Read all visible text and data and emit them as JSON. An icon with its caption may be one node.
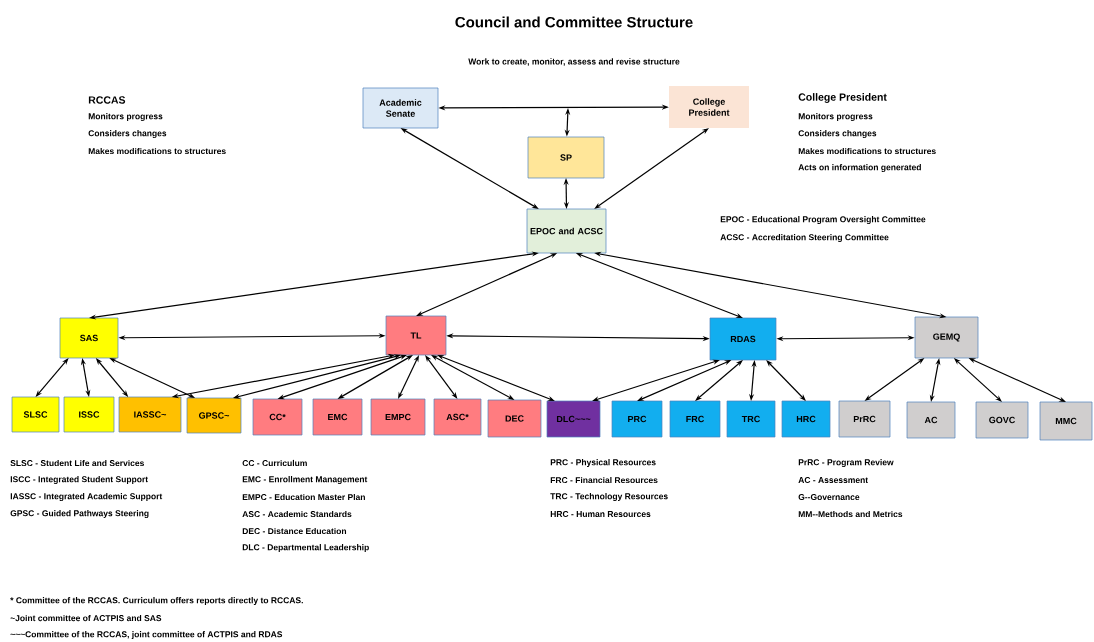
{
  "diagram": {
    "title": "Council and Committee Structure",
    "nodes": [
      {
        "text": [
          "Academic Senate"
        ]
      },
      {
        "text": [
          "College President"
        ]
      },
      {
        "text": [
          "SP"
        ]
      },
      {
        "text": [
          "EPOC and ACSC"
        ]
      },
      {
        "text": [
          "SAS"
        ]
      },
      {
        "text": [
          "TL"
        ]
      },
      {
        "text": [
          "RDAS"
        ]
      },
      {
        "text": [
          "GEMQ"
        ]
      },
      {
        "text": [
          "SLSC"
        ]
      },
      {
        "text": [
          "ISSC"
        ]
      },
      {
        "text": [
          "IASSC~"
        ]
      },
      {
        "text": [
          "GPSC~"
        ]
      },
      {
        "text": [
          "CC*"
        ]
      },
      {
        "text": [
          "EMC"
        ]
      },
      {
        "text": [
          "EMPC"
        ]
      },
      {
        "text": [
          "ASC*"
        ]
      },
      {
        "text": [
          "DEC"
        ]
      },
      {
        "text": [
          "DLC~~~"
        ]
      },
      {
        "text": [
          "PRC"
        ]
      },
      {
        "text": [
          "FRC"
        ]
      },
      {
        "text": [
          "TRC"
        ]
      },
      {
        "text": [
          "HRC"
        ]
      },
      {
        "text": [
          "PrRC"
        ]
      },
      {
        "text": [
          "AC"
        ]
      },
      {
        "text": [
          "GOVC"
        ]
      },
      {
        "text": [
          "MMC"
        ]
      }
    ],
    "edges": [
      {
        "from": 0,
        "to": 1,
        "arrow": "both"
      },
      {
        "from": null,
        "to": 2,
        "arrow": "both"
      },
      {
        "from": 2,
        "to": 3,
        "arrow": "both"
      },
      {
        "from": 0,
        "to": 3,
        "arrow": "both"
      },
      {
        "from": 1,
        "to": 3,
        "arrow": "both"
      },
      {
        "from": 3,
        "to": 4,
        "arrow": "both"
      },
      {
        "from": 3,
        "to": 5,
        "arrow": "both"
      },
      {
        "from": 3,
        "to": 6,
        "arrow": "both"
      },
      {
        "from": 3,
        "to": 7,
        "arrow": "both"
      },
      {
        "from": 4,
        "to": 5,
        "arrow": "both"
      },
      {
        "from": 5,
        "to": 6,
        "arrow": "both"
      },
      {
        "from": 6,
        "to": 7,
        "arrow": "both"
      },
      {
        "from": 4,
        "to": 8,
        "arrow": "both"
      },
      {
        "from": 4,
        "to": 9,
        "arrow": "both"
      },
      {
        "from": 4,
        "to": 10,
        "arrow": "both"
      },
      {
        "from": 4,
        "to": 11,
        "arrow": "both"
      },
      {
        "from": 5,
        "to": 10,
        "arrow": "both"
      },
      {
        "from": 5,
        "to": 11,
        "arrow": "both"
      },
      {
        "from": 5,
        "to": 12,
        "arrow": "both"
      },
      {
        "from": 5,
        "to": 13,
        "arrow": "both"
      },
      {
        "from": 5,
        "to": 14,
        "arrow": "both"
      },
      {
        "from": 5,
        "to": 15,
        "arrow": "both"
      },
      {
        "from": 5,
        "to": 16,
        "arrow": "both"
      },
      {
        "from": 5,
        "to": 17,
        "arrow": "both"
      },
      {
        "from": 6,
        "to": 17,
        "arrow": "both"
      },
      {
        "from": 6,
        "to": 18,
        "arrow": "both"
      },
      {
        "from": 6,
        "to": 19,
        "arrow": "both"
      },
      {
        "from": 6,
        "to": 20,
        "arrow": "both"
      },
      {
        "from": 6,
        "to": 21,
        "arrow": "both"
      },
      {
        "from": 7,
        "to": 22,
        "arrow": "both"
      },
      {
        "from": 7,
        "to": 23,
        "arrow": "both"
      },
      {
        "from": 7,
        "to": 24,
        "arrow": "both"
      },
      {
        "from": 7,
        "to": 25,
        "arrow": "both"
      }
    ],
    "labels": [
      "Work to create, monitor, assess and revise structure",
      "RCCAS",
      "Monitors progress",
      "Considers changes",
      "Makes modifications to structures",
      "College President",
      "Monitors progress",
      "Considers changes",
      "Makes modifications to structures",
      "Acts on information generated",
      "EPOC - Educational Program Oversight Committee",
      "ACSC - Accreditation Steering Committee",
      "SLSC - Student Life and Services",
      "ISCC - Integrated Student Support",
      "IASSC - Integrated Academic Support",
      "GPSC - Guided Pathways Steering",
      "CC - Curriculum",
      "EMC - Enrollment Management",
      "EMPC - Education Master Plan",
      "ASC - Academic Standards",
      "DEC - Distance Education",
      "DLC - Departmental Leadership",
      "PRC - Physical Resources",
      "FRC - Financial Resources",
      "TRC - Technology Resources",
      "HRC - Human Resources",
      "PrRC - Program Review",
      "AC - Assessment",
      "G--Governance",
      "MM--Methods and Metrics",
      "* Committee of the RCCAS. Curriculum offers reports directly to RCCAS.",
      "~Joint committee of ACTPIS and SAS",
      "~~~Committee of the RCCAS, joint committee of ACTPIS and RDAS"
    ]
  }
}
